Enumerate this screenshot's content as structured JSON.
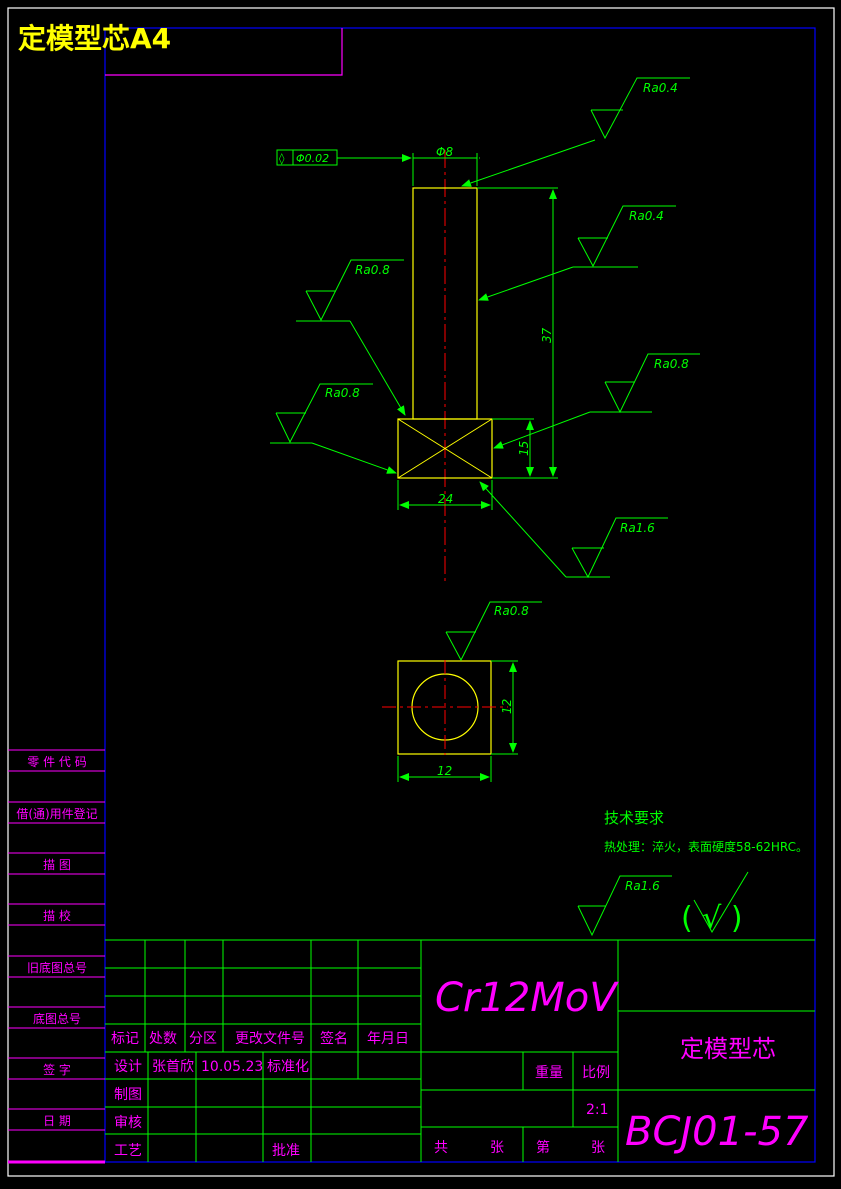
{
  "header": {
    "title": "定模型芯A4"
  },
  "dimensions": {
    "shaft_diameter": "Φ8",
    "length": "37",
    "head_height": "15",
    "head_width": "24",
    "square_height": "12",
    "square_width": "12"
  },
  "tolerance": {
    "symbol": "◊",
    "value": "Φ0.02"
  },
  "roughness": {
    "top": "Ra0.4",
    "shaft": "Ra0.4",
    "left_upper": "Ra0.8",
    "left_lower": "Ra0.8",
    "right_head": "Ra0.8",
    "bottom_head": "Ra1.6",
    "square_view": "Ra0.8",
    "general": "Ra1.6",
    "general_bracket": "( √ )"
  },
  "tech": {
    "title": "技术要求",
    "line1": "热处理：淬火，表面硬度58-62HRC。"
  },
  "left_column": {
    "labels": [
      "零 件 代 码",
      "借(通)用件登记",
      "描 图",
      "描 校",
      "旧底图总号",
      "底图总号",
      "签 字",
      "日 期"
    ]
  },
  "title_block": {
    "material": "Cr12MoV",
    "part_name": "定模型芯",
    "drawing_no": "BCJ01-57",
    "headers": [
      "标记",
      "处数",
      "分区",
      "更改文件号",
      "签名",
      "年月日"
    ],
    "design_label": "设计",
    "designer": "张首欣",
    "date": "10.05.23",
    "standard_label": "标准化",
    "draw_label": "制图",
    "check_label": "审核",
    "process_label": "工艺",
    "approve_label": "批准",
    "weight_label": "重量",
    "scale_label": "比例",
    "scale_value": "2:1",
    "total_label": "共",
    "sheet_label": "张",
    "page_label": "第",
    "sheet_label2": "张"
  },
  "colors": {
    "outline": "#ffffff",
    "frame": "#0000ff",
    "part": "#ffff00",
    "dimension": "#00ff00",
    "center": "#ff0000",
    "table": "#00ff00",
    "table_text": "#ff00ff",
    "title_text": "#ffff00"
  }
}
